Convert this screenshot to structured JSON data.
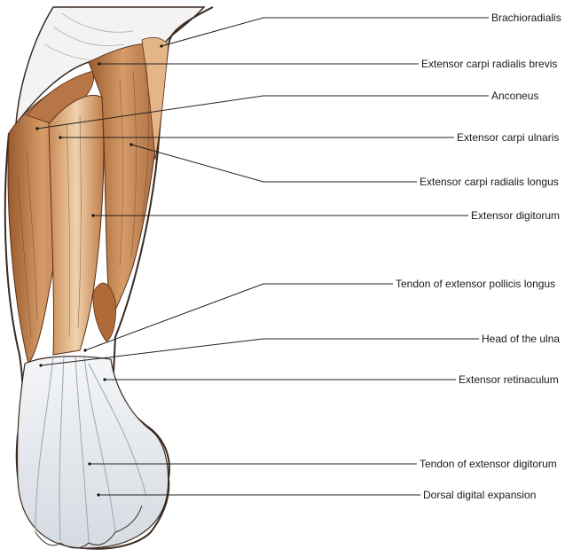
{
  "labels": [
    {
      "text": "Brachioradialis"
    },
    {
      "text": "Extensor carpi radialis brevis"
    },
    {
      "text": "Anconeus"
    },
    {
      "text": "Extensor carpi ulnaris"
    },
    {
      "text": "Extensor carpi radialis longus"
    },
    {
      "text": "Extensor digitorum"
    },
    {
      "text": "Tendon of extensor pollicis longus"
    },
    {
      "text": "Head of the ulna"
    },
    {
      "text": "Extensor retinaculum"
    },
    {
      "text": "Tendon of extensor digitorum"
    },
    {
      "text": "Dorsal digital expansion"
    }
  ],
  "colors": {
    "muscle_light": "#e8c39a",
    "muscle_mid": "#c98a55",
    "muscle_dark": "#8a4a25",
    "tendon": "#dfe3e8",
    "outline": "#3a2a20",
    "leader": "#222222"
  }
}
